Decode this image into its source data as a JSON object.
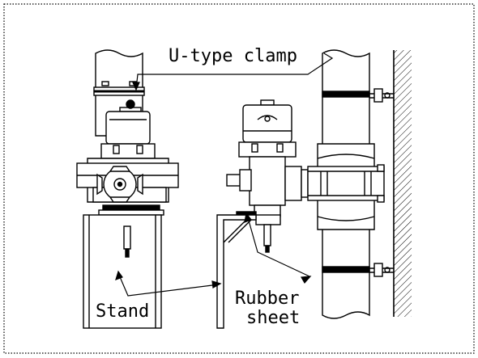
{
  "labels": {
    "u_type_clamp": "U-type clamp",
    "stand": "Stand",
    "rubber_sheet_line1": "Rubber",
    "rubber_sheet_line2": "sheet"
  },
  "colors": {
    "line": "#000000",
    "background": "#ffffff",
    "border": "#000000"
  }
}
